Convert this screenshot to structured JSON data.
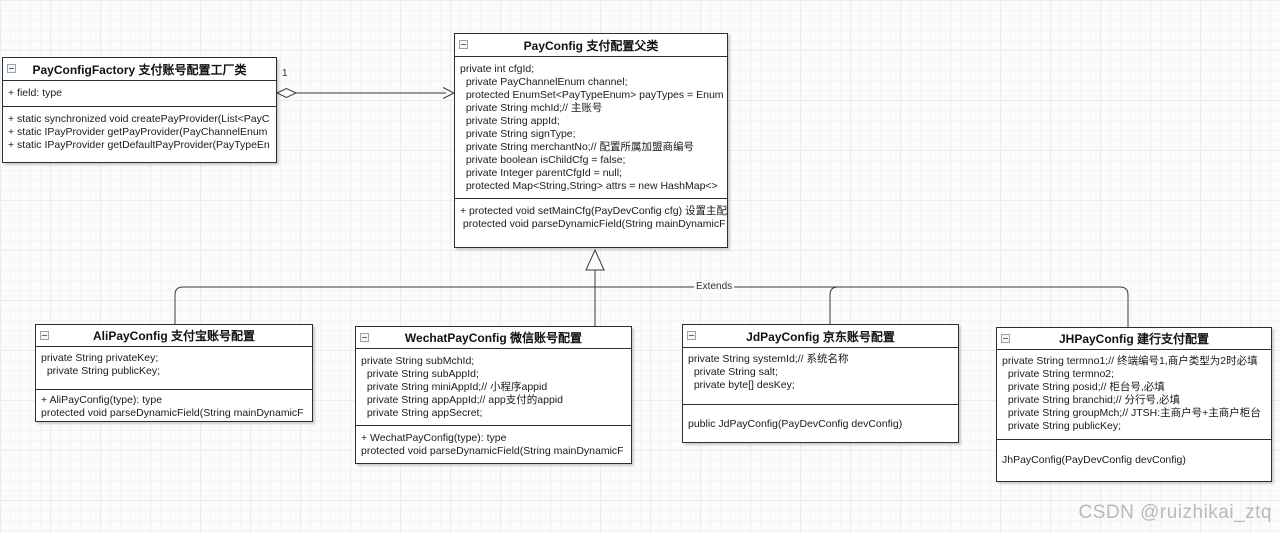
{
  "watermark": "CSDN @ruizhikai_ztq",
  "connectors": {
    "extends_label": "Extends",
    "aggregation_multiplicity": "1"
  },
  "classes": [
    {
      "id": "pay-config-factory",
      "title": "PayConfigFactory 支付账号配置工厂类",
      "fields": "+ field: type",
      "methods": "+ static synchronized void createPayProvider(List<PayC\n+ static IPayProvider getPayProvider(PayChannelEnum\n+ static IPayProvider getDefaultPayProvider(PayTypeEn"
    },
    {
      "id": "pay-config",
      "title": "PayConfig 支付配置父类",
      "fields": "private int cfgId;\n  private PayChannelEnum channel;\n  protected EnumSet<PayTypeEnum> payTypes = Enum\n  private String mchId;// 主账号\n  private String appId;\n  private String signType;\n  private String merchantNo;// 配置所属加盟商编号\n  private boolean isChildCfg = false;\n  private Integer parentCfgId = null;\n  protected Map<String,String> attrs = new HashMap<>",
      "methods": "+ protected void setMainCfg(PayDevConfig cfg) 设置主配\n protected void parseDynamicField(String mainDynamicF"
    },
    {
      "id": "ali-pay-config",
      "title": "AliPayConfig 支付宝账号配置",
      "fields": "private String privateKey;\n  private String publicKey;",
      "methods": "+ AliPayConfig(type): type\nprotected void parseDynamicField(String mainDynamicF"
    },
    {
      "id": "wechat-pay-config",
      "title": "WechatPayConfig 微信账号配置",
      "fields": "private String subMchId;\n  private String subAppId;\n  private String miniAppId;// 小程序appid\n  private String appAppId;// app支付的appid\n  private String appSecret;",
      "methods": "+ WechatPayConfig(type): type\nprotected void parseDynamicField(String mainDynamicF"
    },
    {
      "id": "jd-pay-config",
      "title": "JdPayConfig 京东账号配置",
      "fields": "private String systemId;// 系统名称\n  private String salt;\n  private byte[] desKey;",
      "methods": "public JdPayConfig(PayDevConfig devConfig)"
    },
    {
      "id": "jh-pay-config",
      "title": "JHPayConfig 建行支付配置",
      "fields": "private String termno1;// 终端编号1,商户类型为2时必填\n  private String termno2;\n  private String posid;// 柜台号,必填\n  private String branchid;// 分行号,必填\n  private String groupMch;// JTSH:主商户号+主商户柜台\n  private String publicKey;",
      "methods": "JhPayConfig(PayDevConfig devConfig)"
    }
  ]
}
